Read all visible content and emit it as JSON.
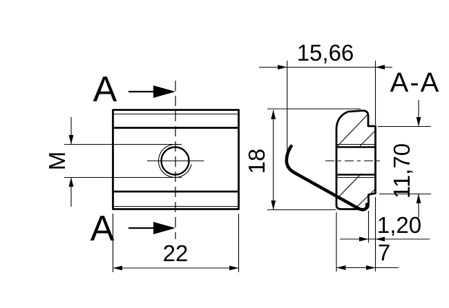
{
  "background": "#ffffff",
  "line_color": "#000000",
  "views": {
    "plan": {
      "cut_label_top": "A",
      "cut_label_bottom": "A"
    },
    "section": {
      "title": "A-A"
    }
  },
  "dimensions": {
    "thread": "M",
    "overall_width": "22",
    "overall_height": "18",
    "spring_projection": "15,66",
    "flange_height": "11,70",
    "lip_thickness": "1,20",
    "flange_width": "7"
  }
}
